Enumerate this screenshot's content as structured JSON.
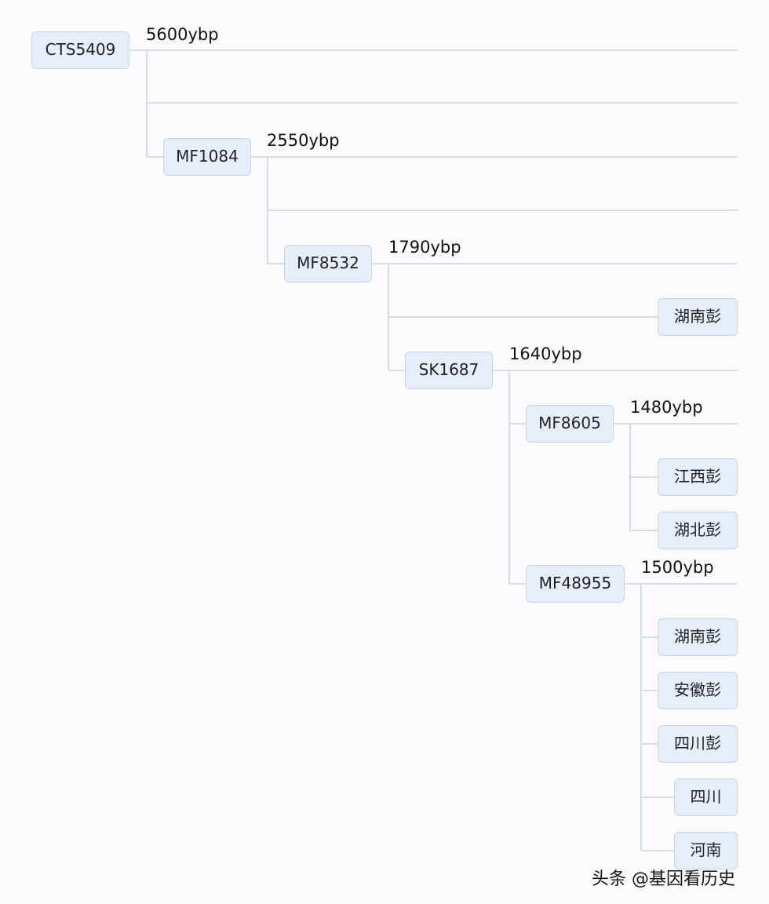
{
  "colors": {
    "background": "#fdfbfd",
    "node_fill": "#e6eef9",
    "node_border": "#c5d4ea",
    "line": "#c7d5e6"
  },
  "nodes": [
    {
      "id": "cts5409",
      "label": "CTS5409",
      "age": "5600ybp"
    },
    {
      "id": "mf1084",
      "label": "MF1084",
      "age": "2550ybp"
    },
    {
      "id": "mf8532",
      "label": "MF8532",
      "age": "1790ybp"
    },
    {
      "id": "hunan-peng-1",
      "label": "湖南彭"
    },
    {
      "id": "sk1687",
      "label": "SK1687",
      "age": "1640ybp"
    },
    {
      "id": "mf8605",
      "label": "MF8605",
      "age": "1480ybp"
    },
    {
      "id": "jiangxi-peng",
      "label": "江西彭"
    },
    {
      "id": "hubei-peng",
      "label": "湖北彭"
    },
    {
      "id": "mf48955",
      "label": "MF48955",
      "age": "1500ybp"
    },
    {
      "id": "hunan-peng-2",
      "label": "湖南彭"
    },
    {
      "id": "anhui-peng",
      "label": "安徽彭"
    },
    {
      "id": "sichuan-peng",
      "label": "四川彭"
    },
    {
      "id": "sichuan",
      "label": "四川"
    },
    {
      "id": "henan",
      "label": "河南"
    }
  ],
  "watermark": "头条 @基因看历史"
}
